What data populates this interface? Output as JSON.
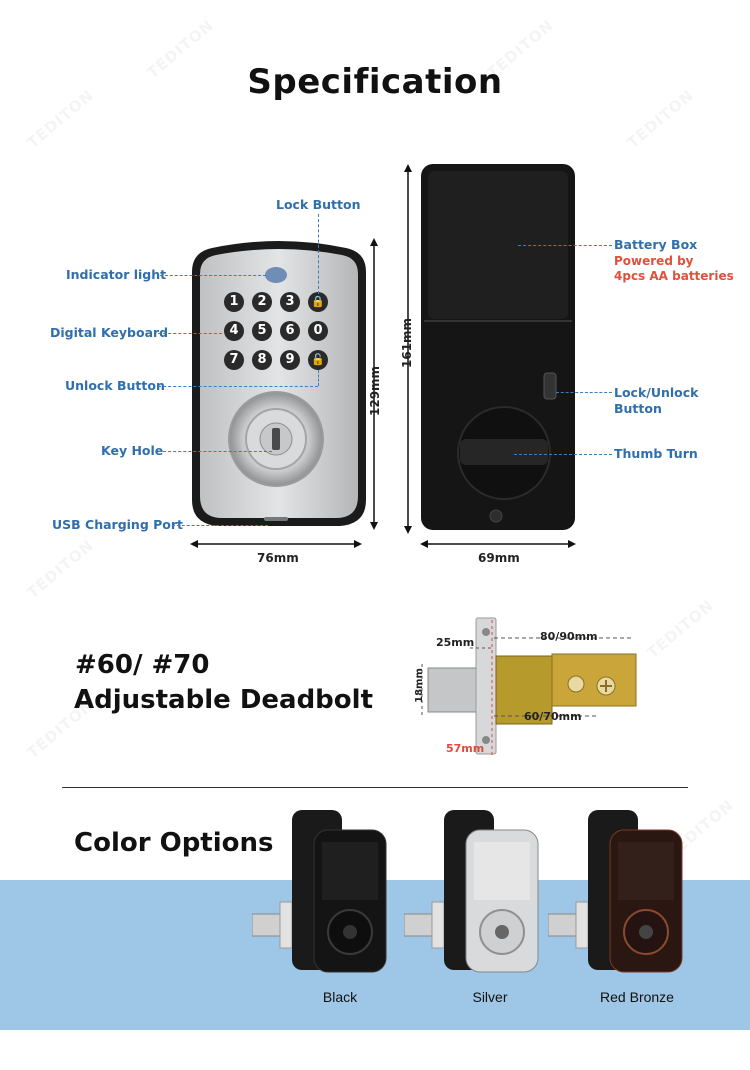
{
  "watermark": "TEDITON",
  "title": "Specification",
  "front_labels": {
    "lock_button": "Lock Button",
    "indicator_light": "Indicator light",
    "digital_keyboard": "Digital Keyboard",
    "unlock_button": "Unlock Button",
    "key_hole": "Key Hole",
    "usb_port": "USB Charging Port"
  },
  "keypad": [
    "1",
    "2",
    "3",
    "4",
    "5",
    "6",
    "0",
    "7",
    "8",
    "9"
  ],
  "back_labels": {
    "battery_box": "Battery Box",
    "powered_by_1": "Powered by",
    "powered_by_2": "4pcs AA batteries",
    "lock_unlock_1": "Lock/Unlock",
    "lock_unlock_2": "Button",
    "thumb_turn": "Thumb Turn"
  },
  "dimensions": {
    "front_width": "76mm",
    "front_height": "129mm",
    "back_height": "161mm",
    "back_width": "69mm"
  },
  "deadbolt": {
    "line1": "#60/ #70",
    "line2": "Adjustable Deadbolt",
    "d25": "25mm",
    "d8090": "80/90mm",
    "d18": "18mm",
    "d6070": "60/70mm",
    "d57": "57mm"
  },
  "colors_section": {
    "heading": "Color Options",
    "options": [
      "Black",
      "Silver",
      "Red Bronze"
    ]
  },
  "palette": {
    "label_blue": "#2f6fae",
    "label_red": "#e1503a",
    "band": "#9ec6e6"
  }
}
